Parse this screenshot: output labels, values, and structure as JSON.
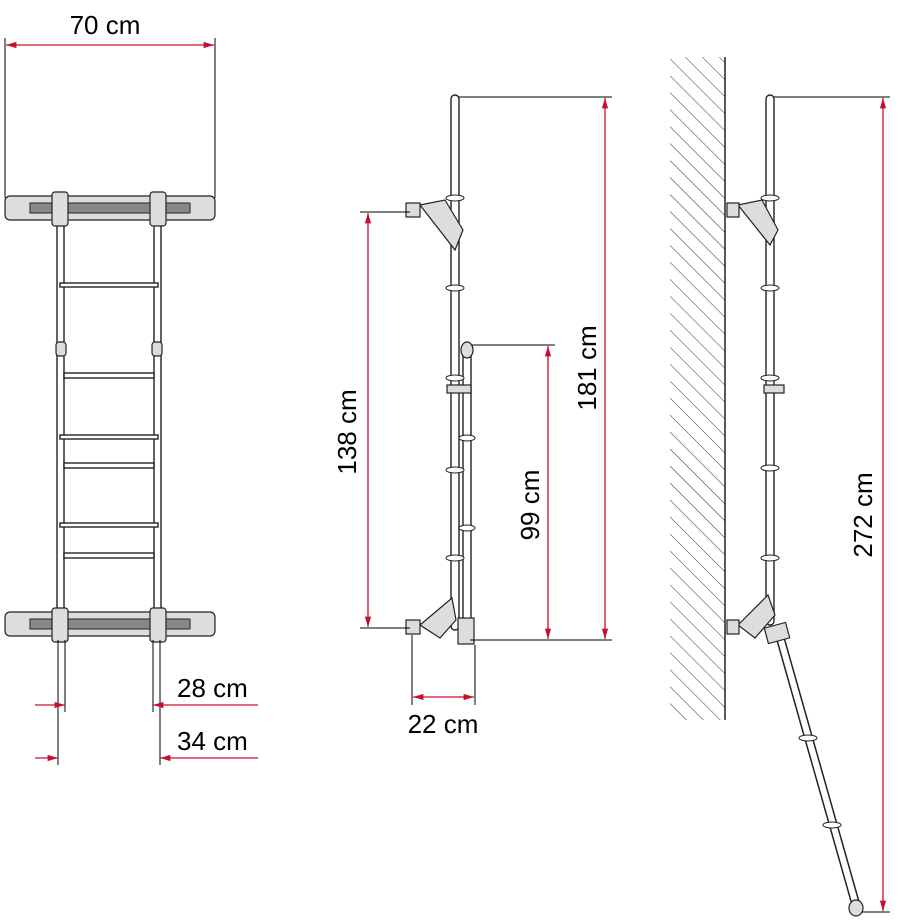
{
  "dimensions": {
    "front_width": "70 cm",
    "rail_spacing_inner": "28 cm",
    "rail_spacing_outer": "34 cm",
    "bracket_distance": "138 cm",
    "ladder_height": "181 cm",
    "pullout_height": "99 cm",
    "wall_offset": "22 cm",
    "total_height": "272 cm"
  },
  "colors": {
    "dimension_line": "#c8102e",
    "outline": "#222222"
  }
}
